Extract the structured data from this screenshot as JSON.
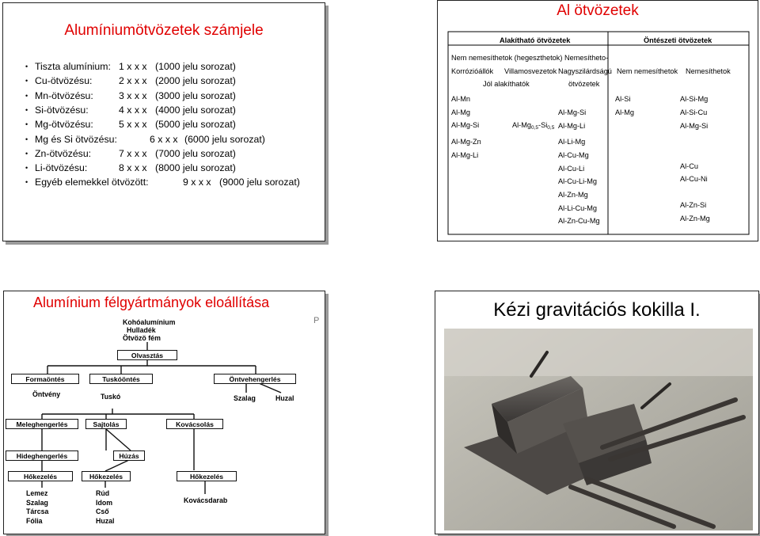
{
  "slide1": {
    "title": "Alumíniumötvözetek  számjele",
    "rows": [
      {
        "label": "Tiszta alumínium:",
        "code": "1 x x x",
        "desc": "(1000 jelu sorozat)"
      },
      {
        "label": "Cu-ötvözésu:",
        "code": "2 x x x",
        "desc": "(2000 jelu sorozat)"
      },
      {
        "label": "Mn-ötvözésu:",
        "code": "3 x x x",
        "desc": "(3000 jelu sorozat)"
      },
      {
        "label": "Si-ötvözésu:",
        "code": "4 x x x",
        "desc": "(4000 jelu sorozat)"
      },
      {
        "label": "Mg-ötvözésu:",
        "code": "5 x x x",
        "desc": "(5000 jelu sorozat)"
      },
      {
        "label": "Mg és Si ötvözésu:",
        "code": "6 x x x",
        "desc": "(6000 jelu sorozat)"
      },
      {
        "label": "Zn-ötvözésu:",
        "code": "7 x x x",
        "desc": "(7000 jelu sorozat)"
      },
      {
        "label": "Li-ötvözésu:",
        "code": "8 x x x",
        "desc": "(8000 jelu sorozat)"
      },
      {
        "label": "Egyéb elemekkel ötvözött:",
        "code": "9 x x x",
        "desc": "(9000 jelu sorozat)"
      }
    ]
  },
  "slide2": {
    "title": "Al ötvözetek",
    "head_wrought": "Alakítható ötvözetek",
    "head_cast": "Öntészeti ötvözetek",
    "sub_non_hardenable": "Nem nemesíthetok (hegeszthetok)",
    "sub_hardenable_1": "Nemesítheto-",
    "sub_hardenable_2": "Nagyszilárdságú",
    "sub_hardenable_3": "ötvözetek",
    "sub_corrosion": "Korrózióállók",
    "sub_conductors": "Villamosvezetok",
    "sub_formable": "Jól alakíthatók",
    "sub_cast_non": "Nem nemesíthetok",
    "sub_cast_hard": "Nemesíthetok",
    "col_corrosion": [
      "Al-Mn",
      "Al-Mg",
      "Al-Mg-Si",
      "Al-Mg-Zn",
      "Al-Mg-Li"
    ],
    "conductor_base": "Al-Mg",
    "conductor_sub1": "0,5",
    "conductor_mid": "-Si",
    "conductor_sub2": "0,5",
    "col_hardenable": [
      "Al-Mg-Si",
      "Al-Mg-Li",
      "Al-Li-Mg",
      "Al-Cu-Mg",
      "Al-Cu-Li",
      "Al-Cu-Li-Mg",
      "Al-Zn-Mg",
      "Al-Li-Cu-Mg",
      "Al-Zn-Cu-Mg"
    ],
    "col_cast_non": [
      "Al-Si",
      "Al-Mg"
    ],
    "col_cast_hard": [
      "Al-Si-Mg",
      "Al-Si-Cu",
      "Al-Mg-Si",
      "Al-Cu",
      "Al-Cu-Ni",
      "Al-Zn-Si",
      "Al-Zn-Mg"
    ]
  },
  "slide3": {
    "title": "Alumínium félgyártmányok eloállítása",
    "inputs": [
      "Kohóalumínium",
      "Hulladék",
      "Ötvözö fém"
    ],
    "olvasztas": "Olvasztás",
    "formaontes": "Formaöntés",
    "tuskoontes": "Tuskóöntés",
    "ontvehengerles": "Öntvehengerlés",
    "ontveny": "Öntvény",
    "tusko": "Tuskó",
    "szalag": "Szalag",
    "huzal": "Huzal",
    "meleghengerles": "Meleghengerlés",
    "sajtolas": "Sajtolás",
    "kovacsolas": "Kovácsolás",
    "hideghengerles": "Hideghengerlés",
    "huzas": "Húzás",
    "hokezeles": "Hőkezelés",
    "products_left": [
      "Lemez",
      "Szalag",
      "Tárcsa",
      "Fólia"
    ],
    "products_mid": [
      "Rúd",
      "Idom",
      "Cső",
      "Huzal"
    ],
    "kovacsdarab": "Kovácsdarab",
    "corner_mark": "P"
  },
  "slide4": {
    "title": "Kézi gravitációs kokilla I."
  }
}
